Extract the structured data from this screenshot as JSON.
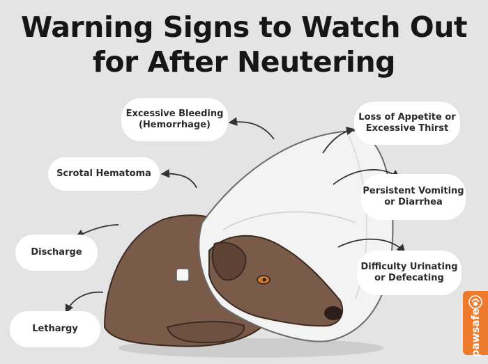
{
  "title": {
    "line1": "Warning Signs to Watch Out",
    "line2": "for After Neutering"
  },
  "signs": {
    "bleeding": [
      "Excessive Bleeding",
      "(Hemorrhage)"
    ],
    "hematoma": [
      "Scrotal Hematoma"
    ],
    "discharge": [
      "Discharge"
    ],
    "lethargy": [
      "Lethargy"
    ],
    "appetite": [
      "Loss of Appetite or",
      "Excessive Thirst"
    ],
    "vomiting": [
      "Persistent Vomiting",
      "or Diarrhea"
    ],
    "urinating": [
      "Difficulty Urinating",
      "or Defecating"
    ]
  },
  "brand": {
    "name": "pawsafe",
    "color": "#ee7a2d",
    "icon": "paw-logo-icon"
  },
  "colors": {
    "background": "#e4e4e4",
    "title_text": "#161616",
    "bubble_bg": "#ffffff",
    "arrow": "#333333",
    "dog_fur": "#7a5a48",
    "cone": "#f3f3f3"
  }
}
